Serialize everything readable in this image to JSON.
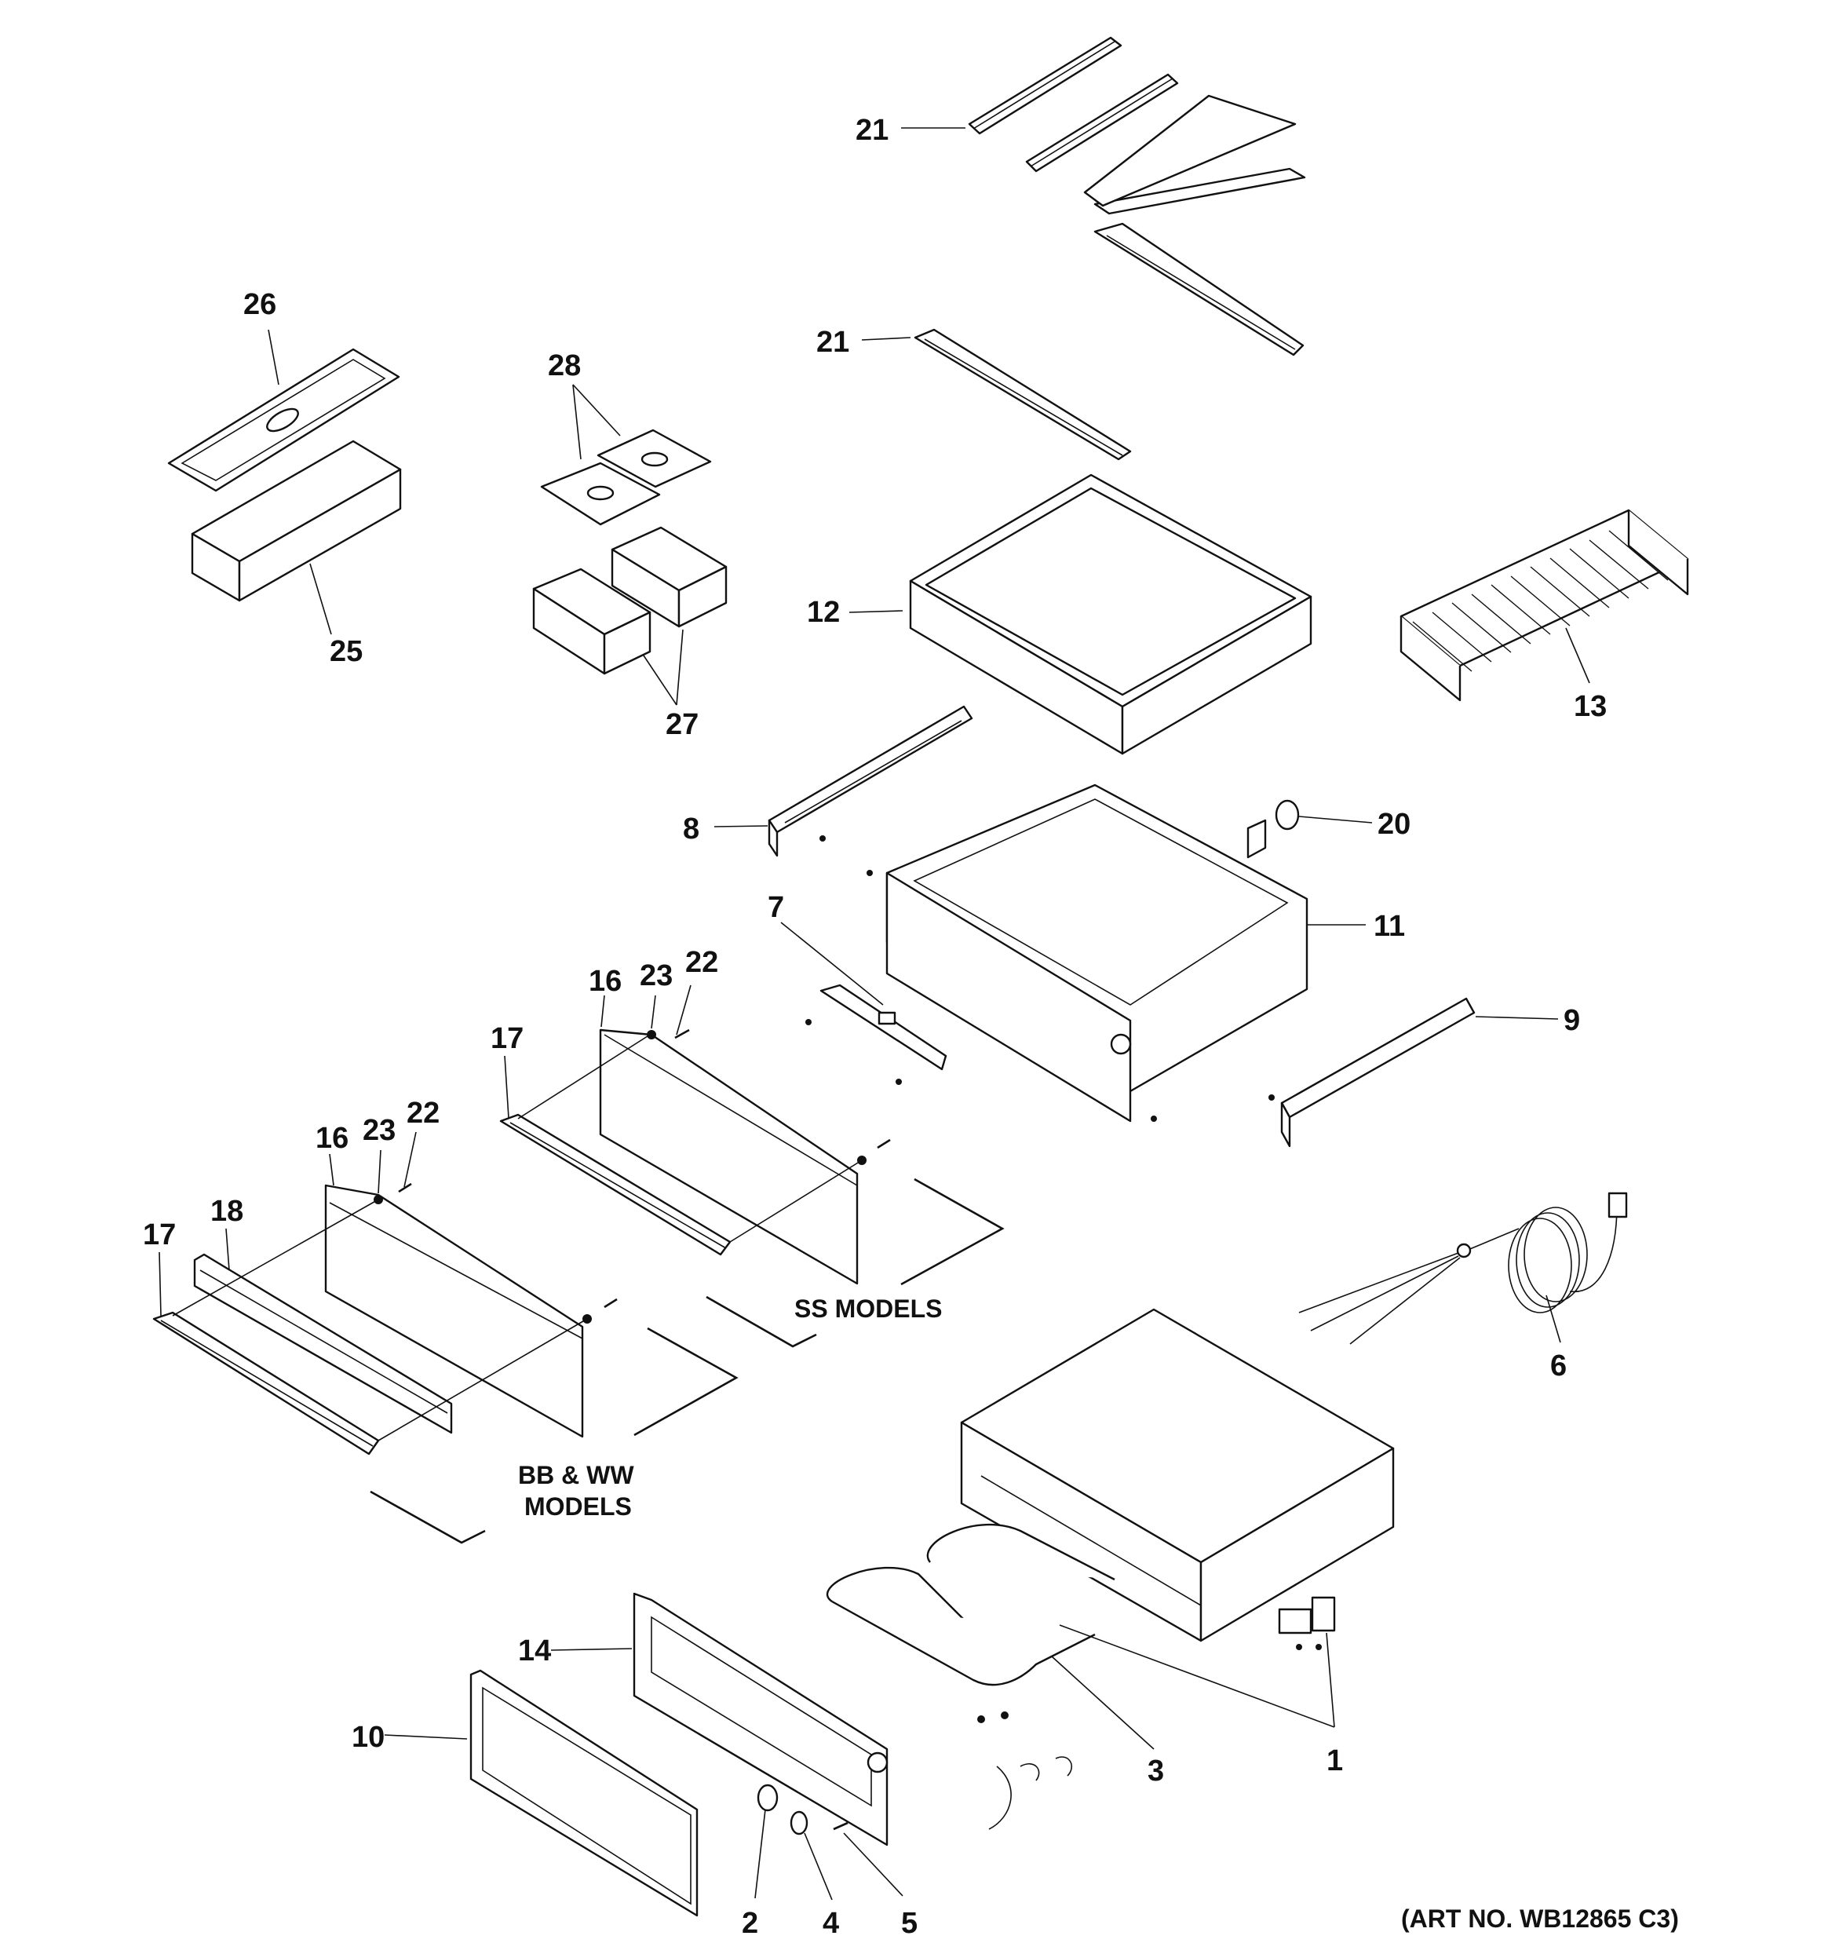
{
  "callouts": {
    "c1": "1",
    "c2": "2",
    "c3": "3",
    "c4": "4",
    "c5": "5",
    "c6": "6",
    "c7": "7",
    "c8": "8",
    "c9": "9",
    "c10": "10",
    "c11": "11",
    "c12": "12",
    "c13": "13",
    "c14": "14",
    "c16a": "16",
    "c16b": "16",
    "c17a": "17",
    "c17b": "17",
    "c18": "18",
    "c20": "20",
    "c21a": "21",
    "c21b": "21",
    "c22a": "22",
    "c22b": "22",
    "c23a": "23",
    "c23b": "23",
    "c25": "25",
    "c26": "26",
    "c27": "27",
    "c28": "28"
  },
  "labels": {
    "ss_models": "SS MODELS",
    "bbww_line1": "BB & WW",
    "bbww_line2": "MODELS",
    "art_no": "(ART NO. WB12865 C3)"
  },
  "colors": {
    "ink": "#111111",
    "paper": "#ffffff"
  }
}
